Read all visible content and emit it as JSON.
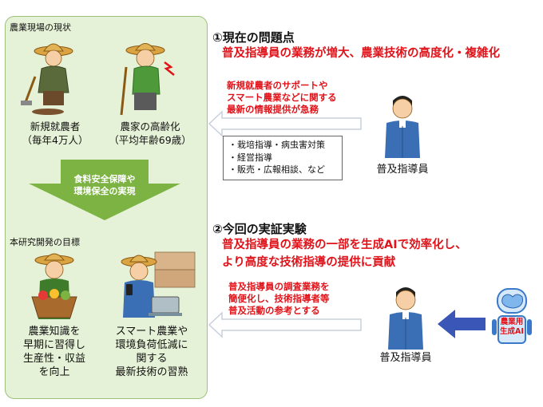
{
  "left_panel": {
    "current_title": "農業現場の現状",
    "new_farmers": {
      "line1": "新規就農者",
      "line2": "（毎年4万人）"
    },
    "aging": {
      "line1": "農家の高齢化",
      "line2": "（平均年齢69歳）"
    },
    "arrow_text": {
      "line1": "食料安全保障や",
      "line2": "環境保全の実現"
    },
    "goal_title": "本研究開発の目標",
    "goal_left": [
      "農業知識を",
      "早期に習得し",
      "生産性・収益",
      "を向上"
    ],
    "goal_right": [
      "スマート農業や",
      "環境負荷低減に",
      "関する",
      "最新技術の習熟"
    ]
  },
  "section1": {
    "heading": "①現在の問題点",
    "subtitle": "普及指導員の業務が増大、農業技術の高度化・複雑化",
    "note": [
      "新規就農者のサポートや",
      "スマート農業などに関する",
      "最新の情報提供が急務"
    ],
    "tasks": [
      "・栽培指導・病虫害対策",
      "・経営指導",
      "・販売・広報相談、など"
    ],
    "person_label": "普及指導員"
  },
  "section2": {
    "heading": "②今回の実証実験",
    "subtitle_line1": "普及指導員の業務の一部を生成AIで効率化し、",
    "subtitle_line2": "より高度な技術指導の提供に貢献",
    "note": [
      "普及指導員の調査業務を",
      "簡便化し、技術指導者等",
      "普及活動の参考とする"
    ],
    "person_label": "普及指導員",
    "ai_label": [
      "農業用",
      "生成AI"
    ]
  },
  "colors": {
    "panel_bg": "#e6f2d7",
    "panel_border": "#9cc27c",
    "green_arrow": "#7cb342",
    "red_text": "#e0131a",
    "blue_arrow": "#3a56b6",
    "light_arrow": "#d7dde8"
  }
}
